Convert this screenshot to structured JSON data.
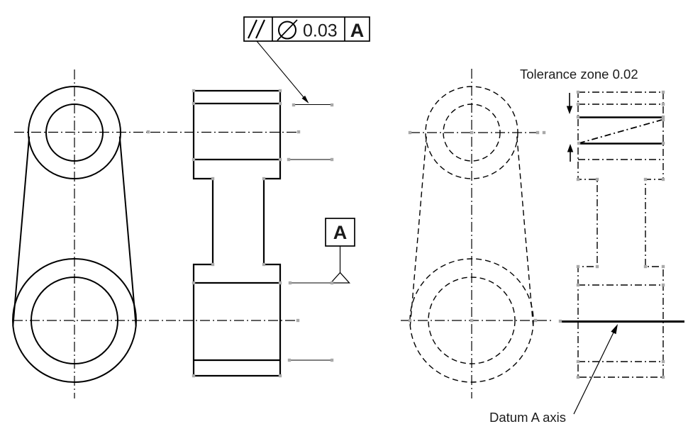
{
  "feature_control_frame": {
    "geometric_symbol_icon": "parallelism-icon",
    "modifier_icon": "diameter-icon",
    "tolerance_value": "0.03",
    "datum_reference": "A"
  },
  "datum_feature": {
    "label": "A"
  },
  "callouts": {
    "tolerance_zone_label": "Tolerance zone 0.02",
    "datum_axis_label": "Datum A axis"
  },
  "colors": {
    "line": "#000000",
    "grip": "#a9a9a9",
    "text": "#1c1c1c",
    "background": "#ffffff"
  }
}
